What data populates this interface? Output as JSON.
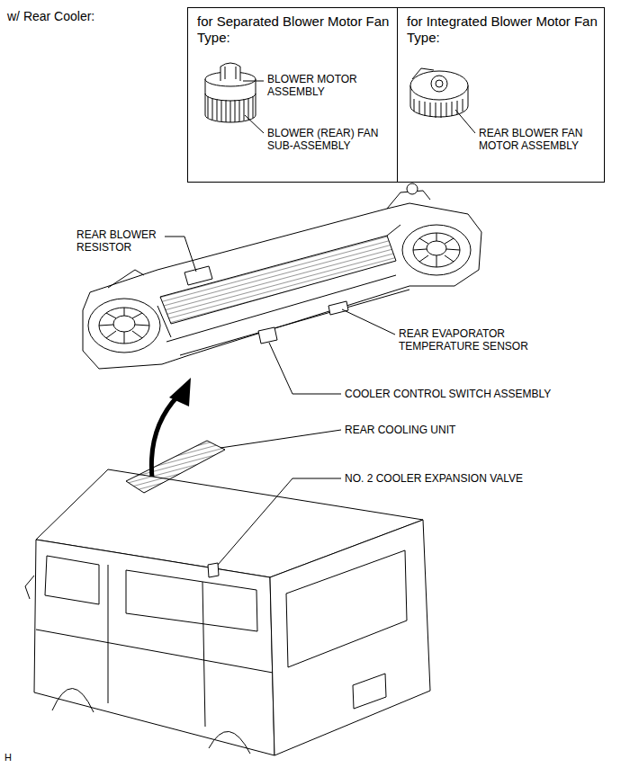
{
  "diagram": {
    "nodes": [
      {
        "text": [
          "for Separated Blower Motor Fan Type:",
          "BLOWER MOTOR ASSEMBLY",
          "BLOWER (REAR) FAN SUB-ASSEMBLY"
        ]
      },
      {
        "text": [
          "for Integrated Blower Motor Fan Type:",
          "REAR BLOWER FAN MOTOR ASSEMBLY"
        ]
      }
    ],
    "labels": [
      "w/ Rear Cooler:",
      "REAR BLOWER RESISTOR",
      "REAR EVAPORATOR TEMPERATURE SENSOR",
      "COOLER CONTROL SWITCH ASSEMBLY",
      "REAR COOLING UNIT",
      "NO. 2 COOLER EXPANSION VALVE",
      "H"
    ]
  }
}
